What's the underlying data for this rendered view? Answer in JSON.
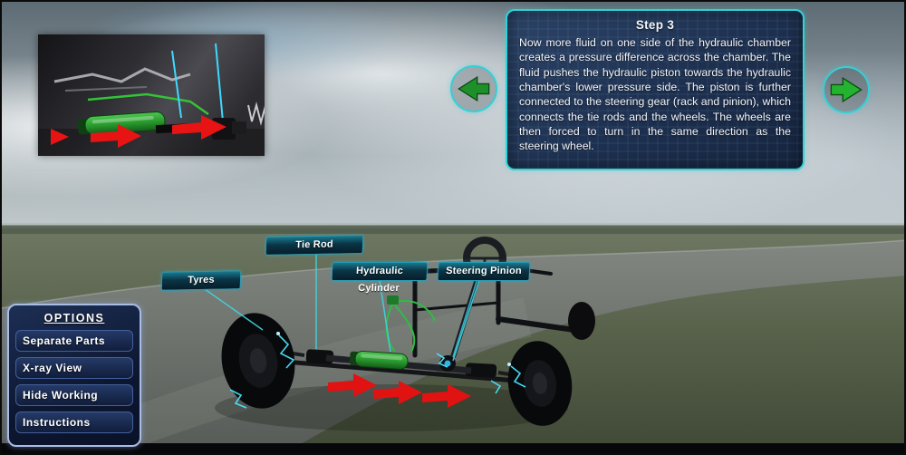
{
  "instruction_panel": {
    "title": "Step 3",
    "body": "Now more fluid on one side of the hydraulic chamber creates a pressure difference across the chamber. The fluid pushes the hydraulic piston towards the hydraulic chamber's lower pressure side. The piston is further connected to the steering gear (rack and pinion), which connects the tie rods and the wheels. The wheels are then forced to turn in the same direction as the steering wheel."
  },
  "part_labels": [
    {
      "id": "tie-rod",
      "text": "Tie Rod"
    },
    {
      "id": "tyres",
      "text": "Tyres"
    },
    {
      "id": "hydraulic-cylinder",
      "text": "Hydraulic Cylinder"
    },
    {
      "id": "steering-pinion",
      "text": "Steering Pinion"
    }
  ],
  "options_menu": {
    "header": "OPTIONS",
    "items": [
      {
        "label": "Separate Parts"
      },
      {
        "label": "X-ray View"
      },
      {
        "label": "Hide Working"
      },
      {
        "label": "Instructions"
      }
    ]
  },
  "icons": {
    "prev": "arrow-left-icon",
    "next": "arrow-right-icon",
    "flow_direction": "red-arrow-right-icon"
  },
  "colors": {
    "accent_cyan": "#35cfd4",
    "arrow_green": "#23a52e",
    "flow_red": "#e11212",
    "hydraulic_green": "#2ebd44",
    "panel_blue": "#1e3050"
  }
}
